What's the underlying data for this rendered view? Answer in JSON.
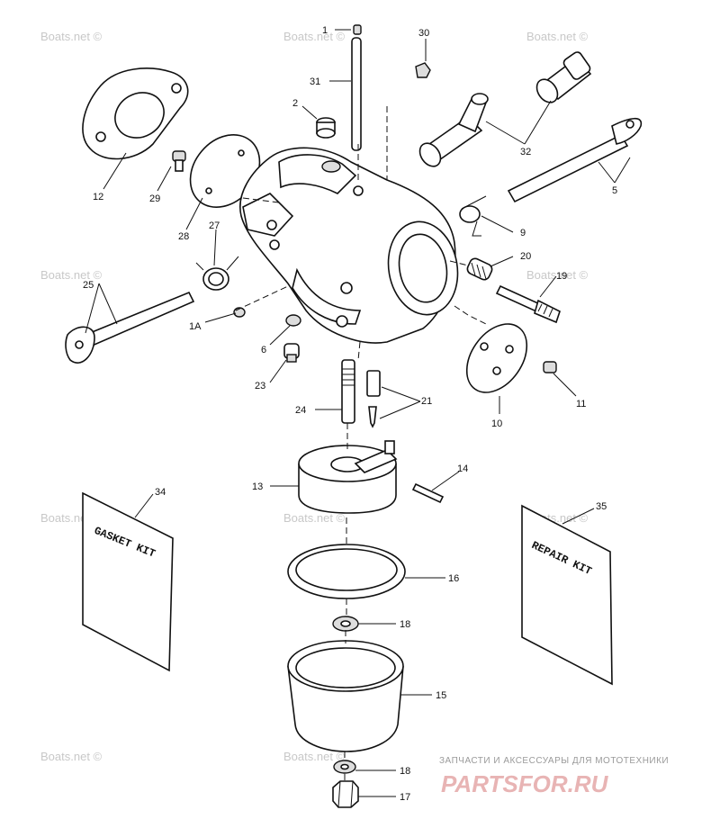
{
  "watermark": "Boats.net ©",
  "brand": {
    "subtitle": "ЗАПЧАСТИ И АКСЕССУАРЫ ДЛЯ МОТОТЕХНИКИ",
    "logo": "PARTSFOR.RU"
  },
  "kits": {
    "gasket": "GASKET KIT",
    "repair": "REPAIR KIT"
  },
  "callouts": {
    "p1": "1",
    "p1a": "1A",
    "p2": "2",
    "p5": "5",
    "p6": "6",
    "p9": "9",
    "p10": "10",
    "p11": "11",
    "p12": "12",
    "p13": "13",
    "p14": "14",
    "p15": "15",
    "p16": "16",
    "p17": "17",
    "p18a": "18",
    "p18b": "18",
    "p19": "19",
    "p20": "20",
    "p21": "21",
    "p23": "23",
    "p24": "24",
    "p25": "25",
    "p27": "27",
    "p28": "28",
    "p29": "29",
    "p30": "30",
    "p31": "31",
    "p32": "32",
    "p34": "34",
    "p35": "35"
  }
}
